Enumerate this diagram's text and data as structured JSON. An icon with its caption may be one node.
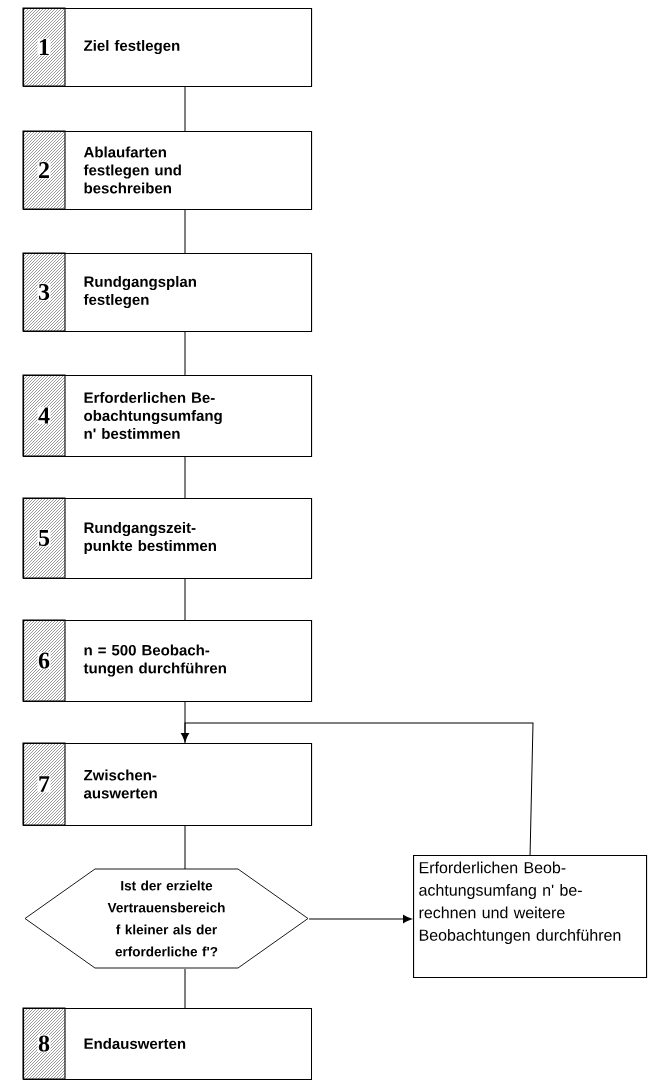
{
  "diagram": {
    "nodes": [
      {
        "text": [
          "1",
          "Ziel festlegen"
        ]
      },
      {
        "text": [
          "2",
          "Ablaufarten festlegen und beschreiben"
        ]
      },
      {
        "text": [
          "3",
          "Rundgangsplan festlegen"
        ]
      },
      {
        "text": [
          "4",
          "Erforderlichen Be- obachtungsumfang n' bestimmen"
        ]
      },
      {
        "text": [
          "5",
          "Rundgangszeit- punkte bestimmen"
        ]
      },
      {
        "text": [
          "6",
          "n = 500 Beobach- tungen durchführen"
        ]
      },
      {
        "text": [
          "7",
          "Zwischen- auswerten"
        ]
      },
      {
        "text": [
          "Ist der erzielte Vertrauensbereich f kleiner als der erforderliche f'?"
        ]
      },
      {
        "text": [
          "8",
          "Endauswerten"
        ]
      },
      {
        "text": [
          "Erforderlichen Beob- achtungsumfang n' be- rechnen und weitere Beobachtungen durchführen"
        ]
      }
    ],
    "edges": [
      {
        "from": 0,
        "to": 1,
        "arrow": "none"
      },
      {
        "from": 1,
        "to": 2,
        "arrow": "none"
      },
      {
        "from": 2,
        "to": 3,
        "arrow": "none"
      },
      {
        "from": 3,
        "to": 4,
        "arrow": "none"
      },
      {
        "from": 4,
        "to": 5,
        "arrow": "none"
      },
      {
        "from": 5,
        "to": 6,
        "arrow": "none"
      },
      {
        "from": 6,
        "to": 7,
        "arrow": "none"
      },
      {
        "from": 7,
        "to": 8,
        "arrow": "none"
      },
      {
        "from": 7,
        "to": 9,
        "arrow": "to"
      },
      {
        "from": 9,
        "to": 6,
        "arrow": "to"
      }
    ]
  }
}
